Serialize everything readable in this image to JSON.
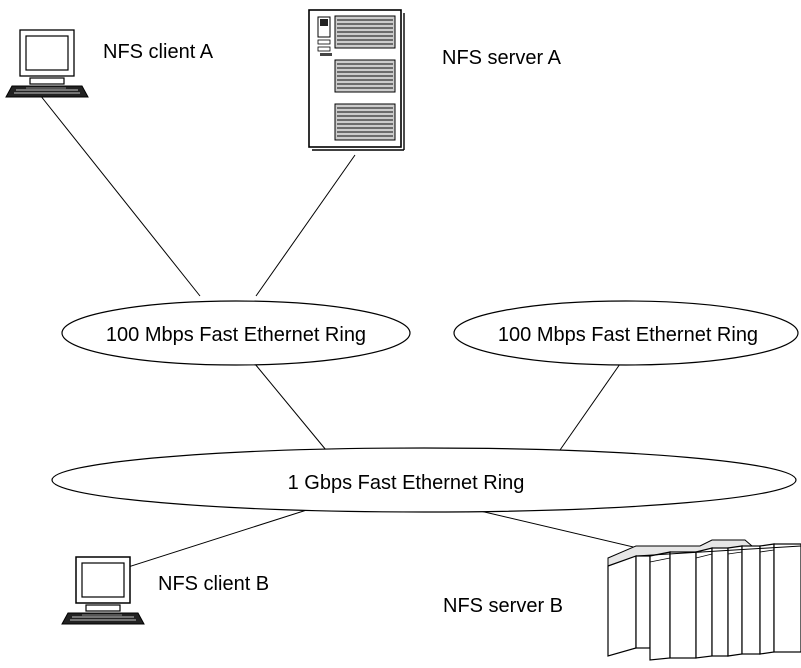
{
  "nodes": {
    "client_a": {
      "label": "NFS client A"
    },
    "server_a": {
      "label": "NFS server A"
    },
    "client_b": {
      "label": "NFS client B"
    },
    "server_b": {
      "label": "NFS server B"
    }
  },
  "rings": {
    "left_100": {
      "label": "100 Mbps Fast Ethernet Ring"
    },
    "right_100": {
      "label": "100 Mbps Fast Ethernet Ring"
    },
    "gbps": {
      "label": "1 Gbps Fast Ethernet Ring"
    }
  },
  "links": [
    {
      "from": "client_a",
      "to": "left_100"
    },
    {
      "from": "server_a",
      "to": "left_100"
    },
    {
      "from": "left_100",
      "to": "gbps"
    },
    {
      "from": "right_100",
      "to": "gbps"
    },
    {
      "from": "gbps",
      "to": "client_b"
    },
    {
      "from": "gbps",
      "to": "server_b"
    }
  ],
  "colors": {
    "line": "#000000",
    "background": "#ffffff"
  }
}
